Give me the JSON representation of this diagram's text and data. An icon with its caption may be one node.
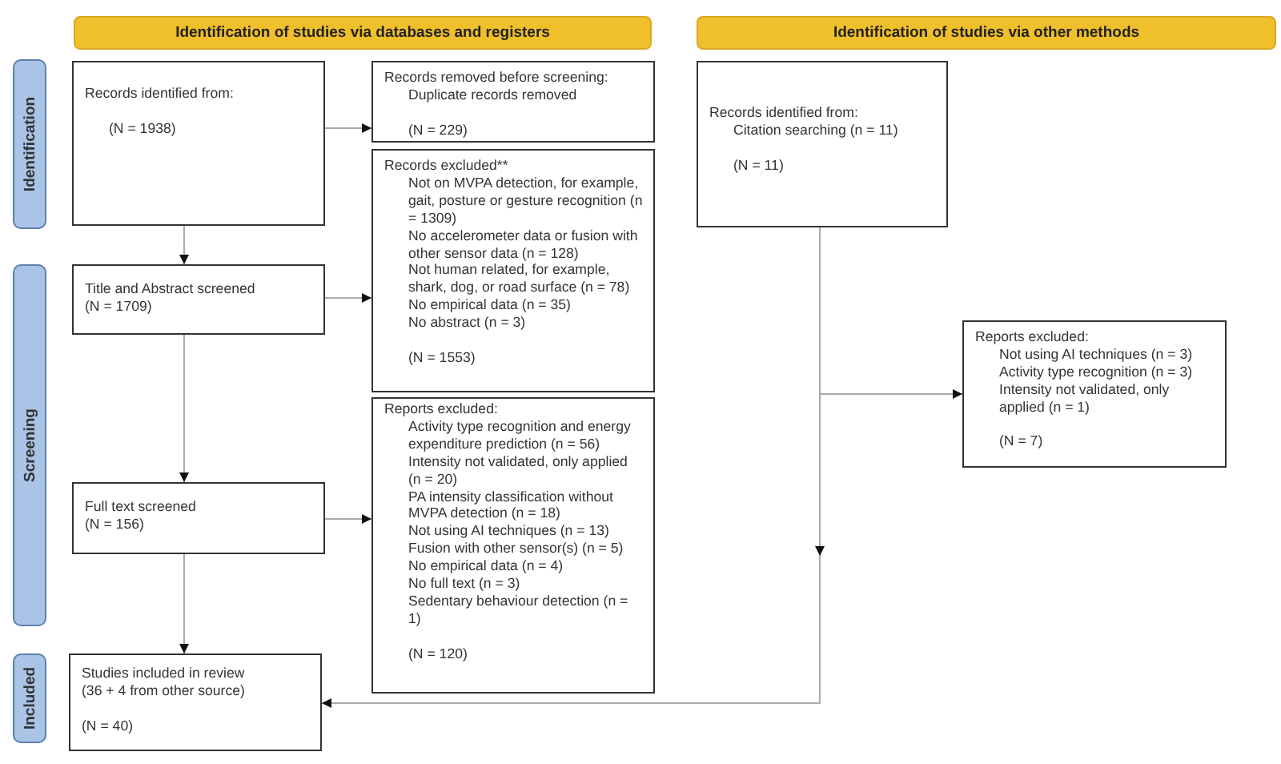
{
  "diagram": {
    "nodes": [
      {
        "text": [
          "Identification of studies via databases and registers"
        ]
      },
      {
        "text": [
          "Identification of studies via other methods"
        ]
      },
      {
        "text": [
          "Identification"
        ]
      },
      {
        "text": [
          "Screening"
        ]
      },
      {
        "text": [
          "Included"
        ]
      },
      {
        "text": [
          "Records identified from:",
          "(N = 1938)"
        ]
      },
      {
        "text": [
          "Records removed before screening:",
          "Duplicate records removed",
          "(N = 229)"
        ]
      },
      {
        "text": [
          "Records identified from:",
          "Citation searching (n = 11)",
          "(N = 11)"
        ]
      },
      {
        "text": [
          "Title and Abstract screened",
          "(N = 1709)"
        ]
      },
      {
        "text": [
          "Records excluded**",
          "Not on MVPA detection, for example, gait, posture or gesture recognition (n = 1309)",
          "No accelerometer data or fusion with other sensor data (n = 128)",
          "Not human related, for example, shark, dog, or road surface (n = 78)",
          "No empirical data (n = 35)",
          "No abstract (n = 3)",
          "(N = 1553)"
        ]
      },
      {
        "text": [
          "Reports excluded:",
          "Not using AI techniques (n = 3)",
          "Activity type recognition (n = 3)",
          "Intensity not validated, only applied (n = 1)",
          "(N = 7)"
        ]
      },
      {
        "text": [
          "Full text screened",
          "(N = 156)"
        ]
      },
      {
        "text": [
          "Reports excluded:",
          "Activity type recognition and energy expenditure prediction (n = 56)",
          "Intensity not validated, only applied (n = 20)",
          "PA intensity classification without MVPA detection (n = 18)",
          "Not using AI techniques (n = 13)",
          "Fusion with other sensor(s) (n = 5)",
          "No empirical data (n = 4)",
          "No full text (n = 3)",
          "Sedentary behaviour detection (n = 1)",
          "(N = 120)"
        ]
      },
      {
        "text": [
          "Studies included in review",
          "(36 + 4 from other source)",
          "(N = 40)"
        ]
      }
    ],
    "edges": [
      {
        "from": 5,
        "to": 6,
        "arrow": "to"
      },
      {
        "from": 5,
        "to": 8,
        "arrow": "to"
      },
      {
        "from": 8,
        "to": 9,
        "arrow": "to"
      },
      {
        "from": 8,
        "to": 11,
        "arrow": "to"
      },
      {
        "from": 11,
        "to": 12,
        "arrow": "to"
      },
      {
        "from": 11,
        "to": 13,
        "arrow": "to"
      },
      {
        "from": 7,
        "to": 10,
        "arrow": "to"
      },
      {
        "from": 7,
        "to": 13,
        "arrow": "to"
      }
    ]
  }
}
